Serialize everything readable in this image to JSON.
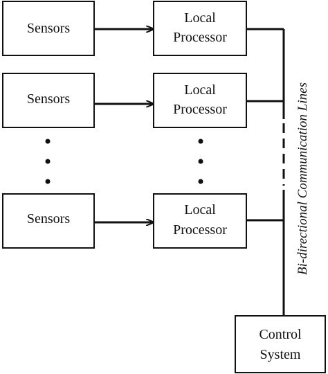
{
  "sensor_label": "Sensors",
  "processor_label": [
    "Local",
    "Processor"
  ],
  "control_label": [
    "Control",
    "System"
  ],
  "comm_label": "Bi-directional Communication Lines"
}
